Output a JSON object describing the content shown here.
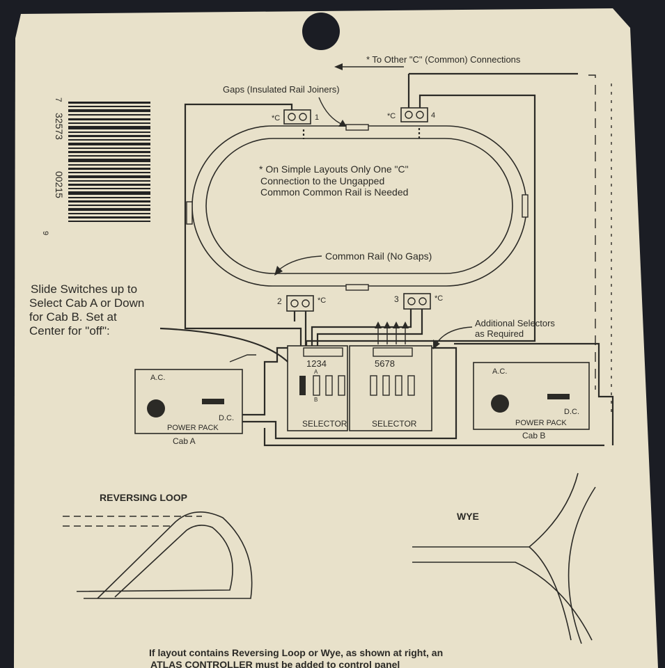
{
  "barcode": {
    "digits_top": "7",
    "digits_main": "32573",
    "digits_sub": "00215",
    "digit_check": "9"
  },
  "labels": {
    "to_other_common": "* To Other \"C\" (Common) Connections",
    "gaps": "Gaps (Insulated Rail Joiners)",
    "terminal_c": "*C",
    "terminal_1": "1",
    "terminal_2": "2",
    "terminal_3": "3",
    "terminal_4": "4",
    "note_line1": "* On Simple Layouts Only One \"C\"",
    "note_line2": "Connection to the Ungapped",
    "note_line3": "Common Common Rail is Needed",
    "common_rail": "Common Rail (No Gaps)",
    "slide_line1": "Slide Switches up to",
    "slide_line2": "Select Cab A or Down",
    "slide_line3": "for Cab B. Set at",
    "slide_line4": "Center for \"off\":",
    "additional_line1": "Additional Selectors",
    "additional_line2": "as Required",
    "selector_left_nums": "1234",
    "selector_right_nums": "5678",
    "selector_label": "SELECTOR",
    "ac": "A.C.",
    "dc": "D.C.",
    "power_pack": "POWER PACK",
    "cab_a": "Cab A",
    "cab_b": "Cab B",
    "switch_a": "A",
    "switch_b": "B",
    "reversing_loop": "REVERSING LOOP",
    "wye": "WYE",
    "footer_line1": "If layout contains Reversing Loop or Wye, as shown at right, an",
    "footer_line2": "ATLAS CONTROLLER must be added to control panel"
  }
}
